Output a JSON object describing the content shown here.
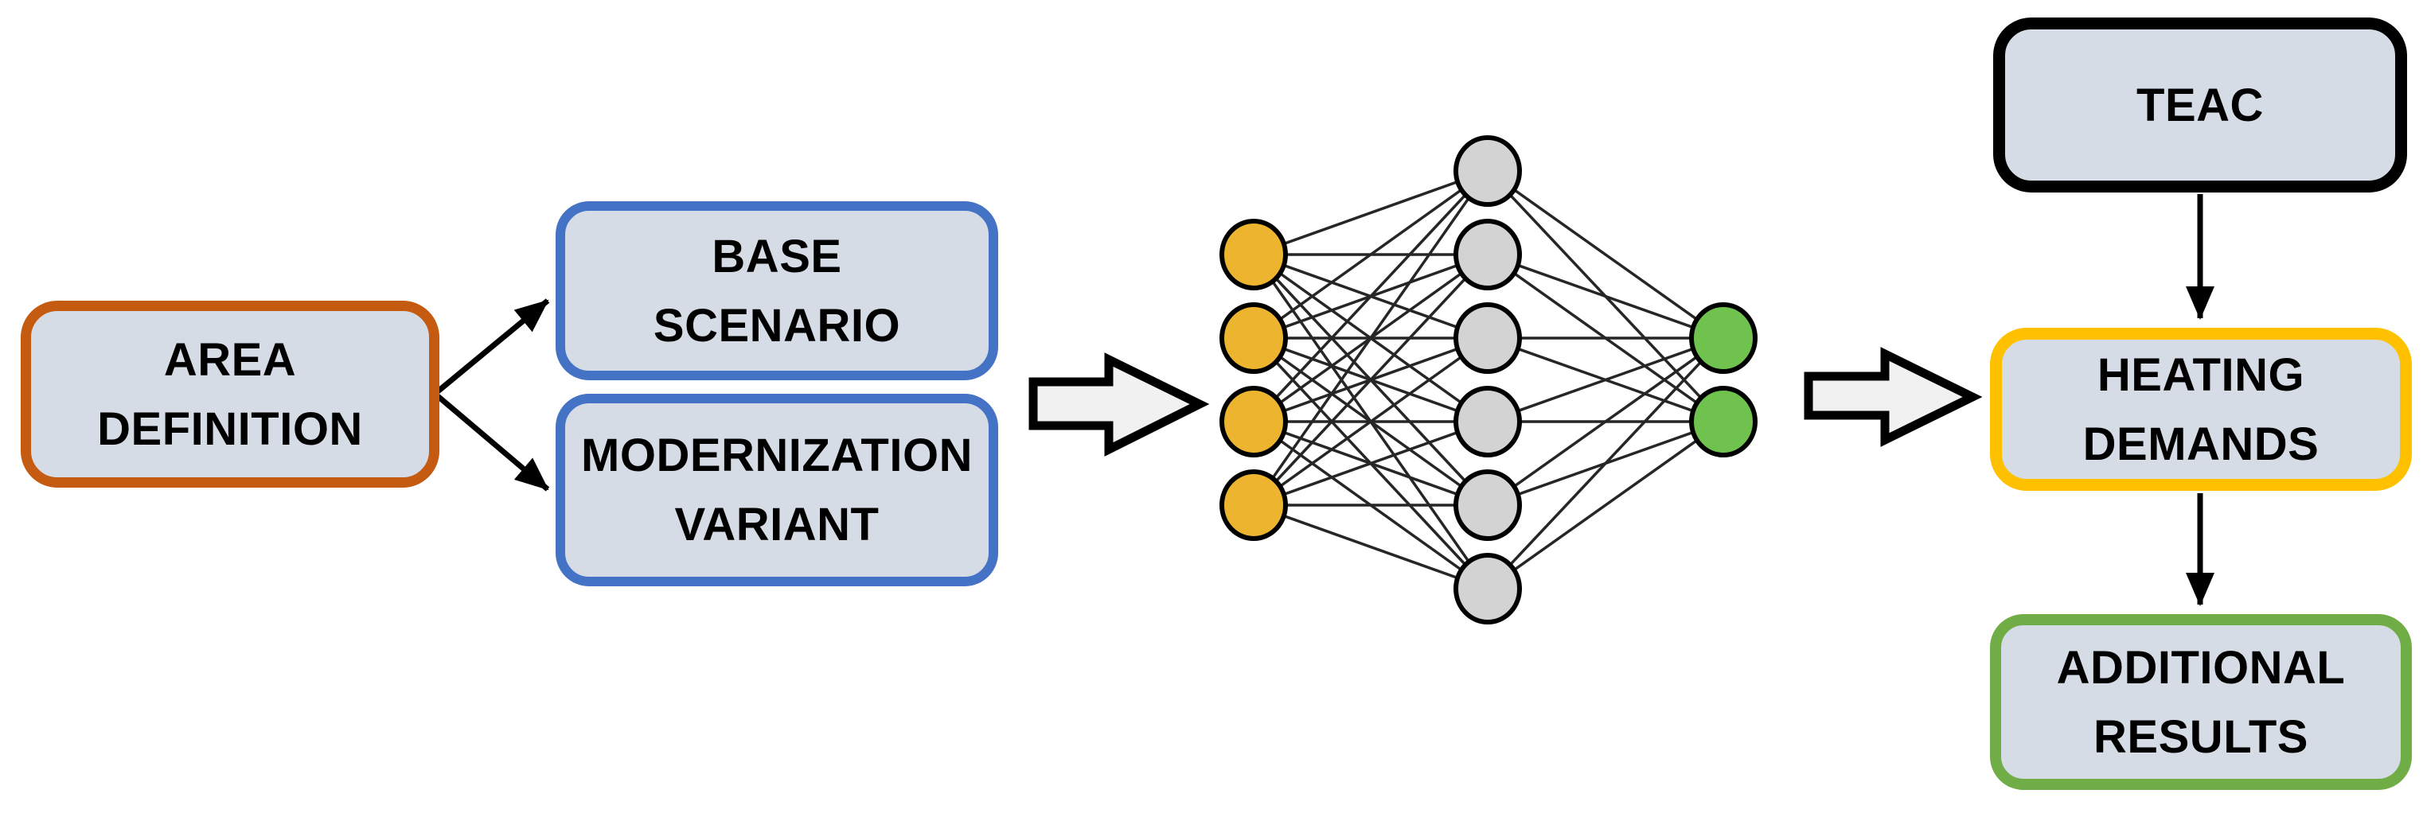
{
  "boxes": {
    "area_definition": {
      "lines": [
        "AREA",
        "DEFINITION"
      ]
    },
    "base_scenario": {
      "lines": [
        "BASE",
        "SCENARIO"
      ]
    },
    "modernization_variant": {
      "lines": [
        "MODERNIZATION",
        "VARIANT"
      ]
    },
    "teac": {
      "lines": [
        "TEAC"
      ]
    },
    "heating_demands": {
      "lines": [
        "HEATING",
        "DEMANDS"
      ]
    },
    "additional_results": {
      "lines": [
        "ADDITIONAL",
        "RESULTS"
      ]
    }
  },
  "network": {
    "input_count": 4,
    "hidden_count": 6,
    "output_count": 2
  },
  "colors": {
    "box_fill": "#D6DCE5",
    "text": "#000000",
    "area_border": "#C55A11",
    "scenario_border": "#4472C4",
    "teac_border": "#000000",
    "heating_border": "#FFC000",
    "results_border": "#70AD47",
    "input_node": "#EDB42F",
    "hidden_node": "#D3D3D3",
    "output_node": "#6FC24D",
    "node_stroke": "#000000",
    "edge_line": "#262626",
    "connector": "#000000",
    "block_arrow_fill": "#F1F1F1",
    "block_arrow_stroke": "#000000"
  }
}
